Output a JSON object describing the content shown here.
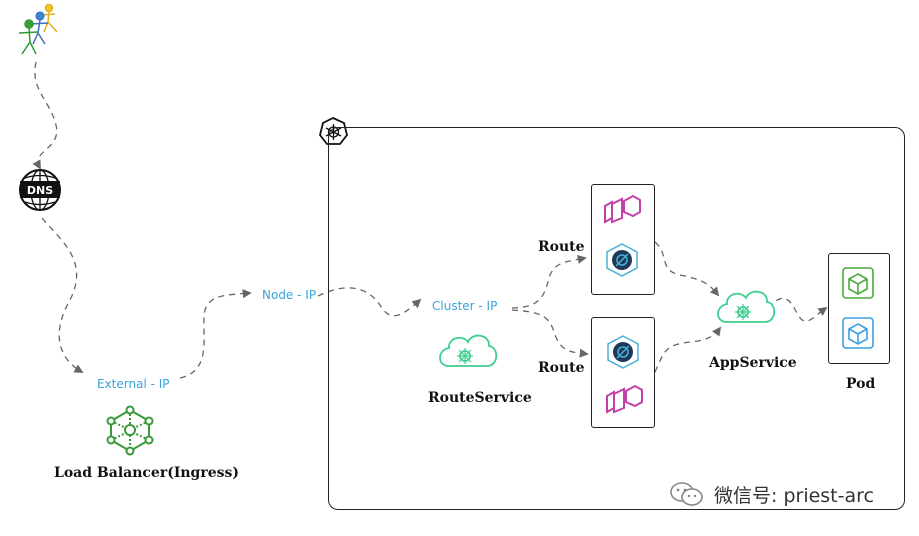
{
  "nodes": {
    "dns_label": "DNS",
    "load_balancer": "Load Balancer(Ingress)",
    "route_service": "RouteService",
    "route_top": "Route",
    "route_bottom": "Route",
    "app_service": "AppService",
    "pod": "Pod"
  },
  "edges": {
    "external_ip": "External - IP",
    "node_ip": "Node - IP",
    "cluster_ip": "Cluster - IP"
  },
  "watermark": {
    "text": "微信号: priest-arc"
  },
  "colors": {
    "label_blue": "#3aa3d6",
    "service_green": "#3ecf8e",
    "lb_green": "#3a9a3a",
    "envoy_pink": "#c43fa8",
    "vs_navy": "#1e3a5a",
    "pod_green": "#4aaa3c",
    "pod_blue": "#3aa0e0",
    "arrow_gray": "#666666"
  },
  "icons": [
    "users-icon",
    "dns-globe-icon",
    "load-balancer-icon",
    "kubernetes-icon",
    "cloud-service-icon",
    "envoy-icon",
    "virtual-service-icon",
    "pod-cube-icon",
    "wechat-icon"
  ]
}
